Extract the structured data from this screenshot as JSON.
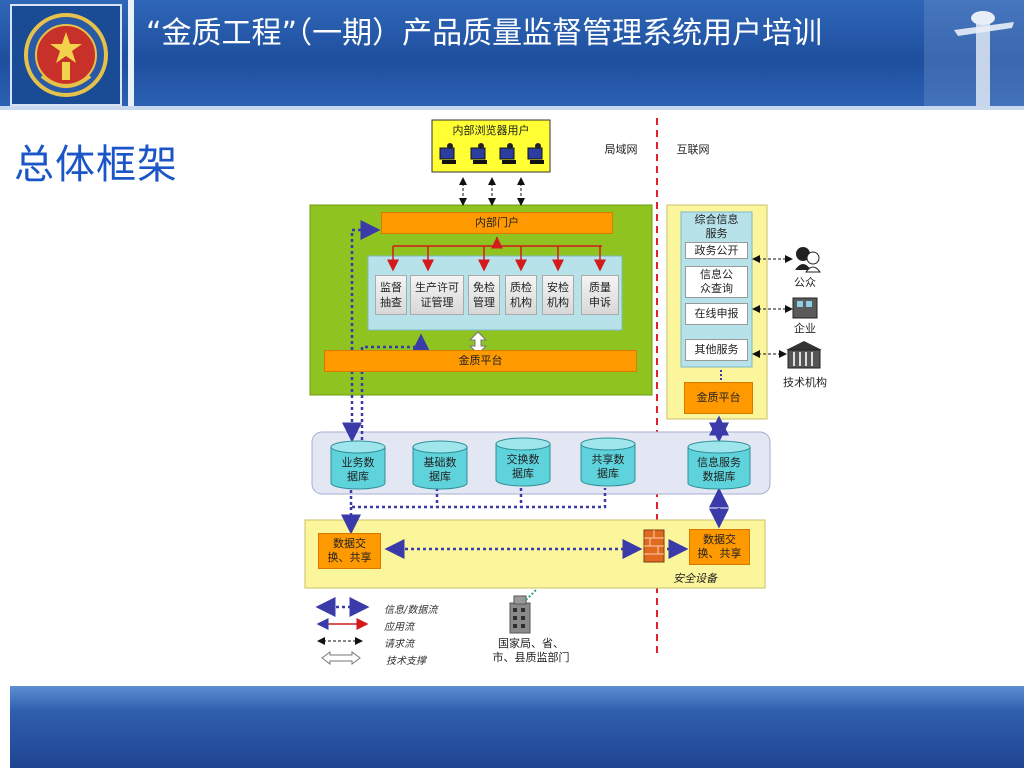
{
  "header": {
    "title": "“金质工程”（一期）产品质量监督管理系统用户培训"
  },
  "page_title": "总体框架",
  "diagram": {
    "browser_users": "内部浏览器用户",
    "lan_label": "局域网",
    "internet_label": "互联网",
    "internal_portal": "内部门户",
    "modules": [
      {
        "label": "监督\n抽查"
      },
      {
        "label": "生产许可\n证管理"
      },
      {
        "label": "免检\n管理"
      },
      {
        "label": "质检\n机构"
      },
      {
        "label": "安检\n机构"
      },
      {
        "label": "质量\n申诉"
      }
    ],
    "platform_internal": "金质平台",
    "info_service_title": "综合信息\n服务",
    "services": [
      "政务公开",
      "信息公\n众查询",
      "在线申报",
      "其他服务"
    ],
    "platform_external": "金质平台",
    "external_users": [
      "公众",
      "企业",
      "技术机构"
    ],
    "databases": [
      "业务数\n据库",
      "基础数\n据库",
      "交换数\n据库",
      "共享数\n据库",
      "信息服务\n数据库"
    ],
    "exchange_left": "数据交\n换、共享",
    "exchange_right": "数据交\n换、共享",
    "security_device": "安全设备",
    "national_bureau": "国家局、省、\n市、县质监部门",
    "legend": [
      "信息/数据流",
      "应用流",
      "请求流",
      "技术支撑"
    ]
  },
  "colors": {
    "header_blue": "#1f4f9f",
    "title_blue": "#1b56c8",
    "lan_green": "#8fc31f",
    "yellow": "#fbf59b",
    "orange": "#ff9900",
    "db_cyan": "#5fd3dc",
    "red_dashed": "#e0202a",
    "flow_blue": "#3a3aa8"
  }
}
